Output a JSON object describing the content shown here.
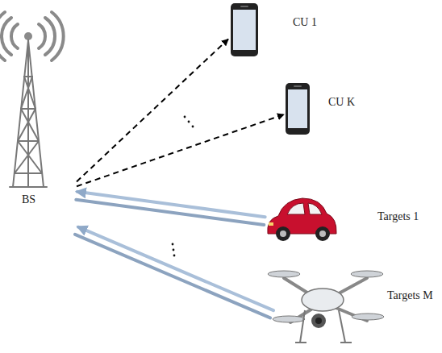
{
  "diagram": {
    "nodes": [
      {
        "text": [
          "BS"
        ]
      },
      {
        "text": [
          "CU 1"
        ]
      },
      {
        "text": [
          "CU K"
        ]
      },
      {
        "text": [
          "Targets 1"
        ]
      },
      {
        "text": [
          "Targets M"
        ]
      }
    ],
    "edges": [
      {
        "from": 0,
        "to": 1,
        "arrow": "to"
      },
      {
        "from": 0,
        "to": 2,
        "arrow": "to"
      },
      {
        "from": 3,
        "to": 0,
        "arrow": "to"
      },
      {
        "from": 4,
        "to": 0,
        "arrow": "to"
      }
    ]
  }
}
